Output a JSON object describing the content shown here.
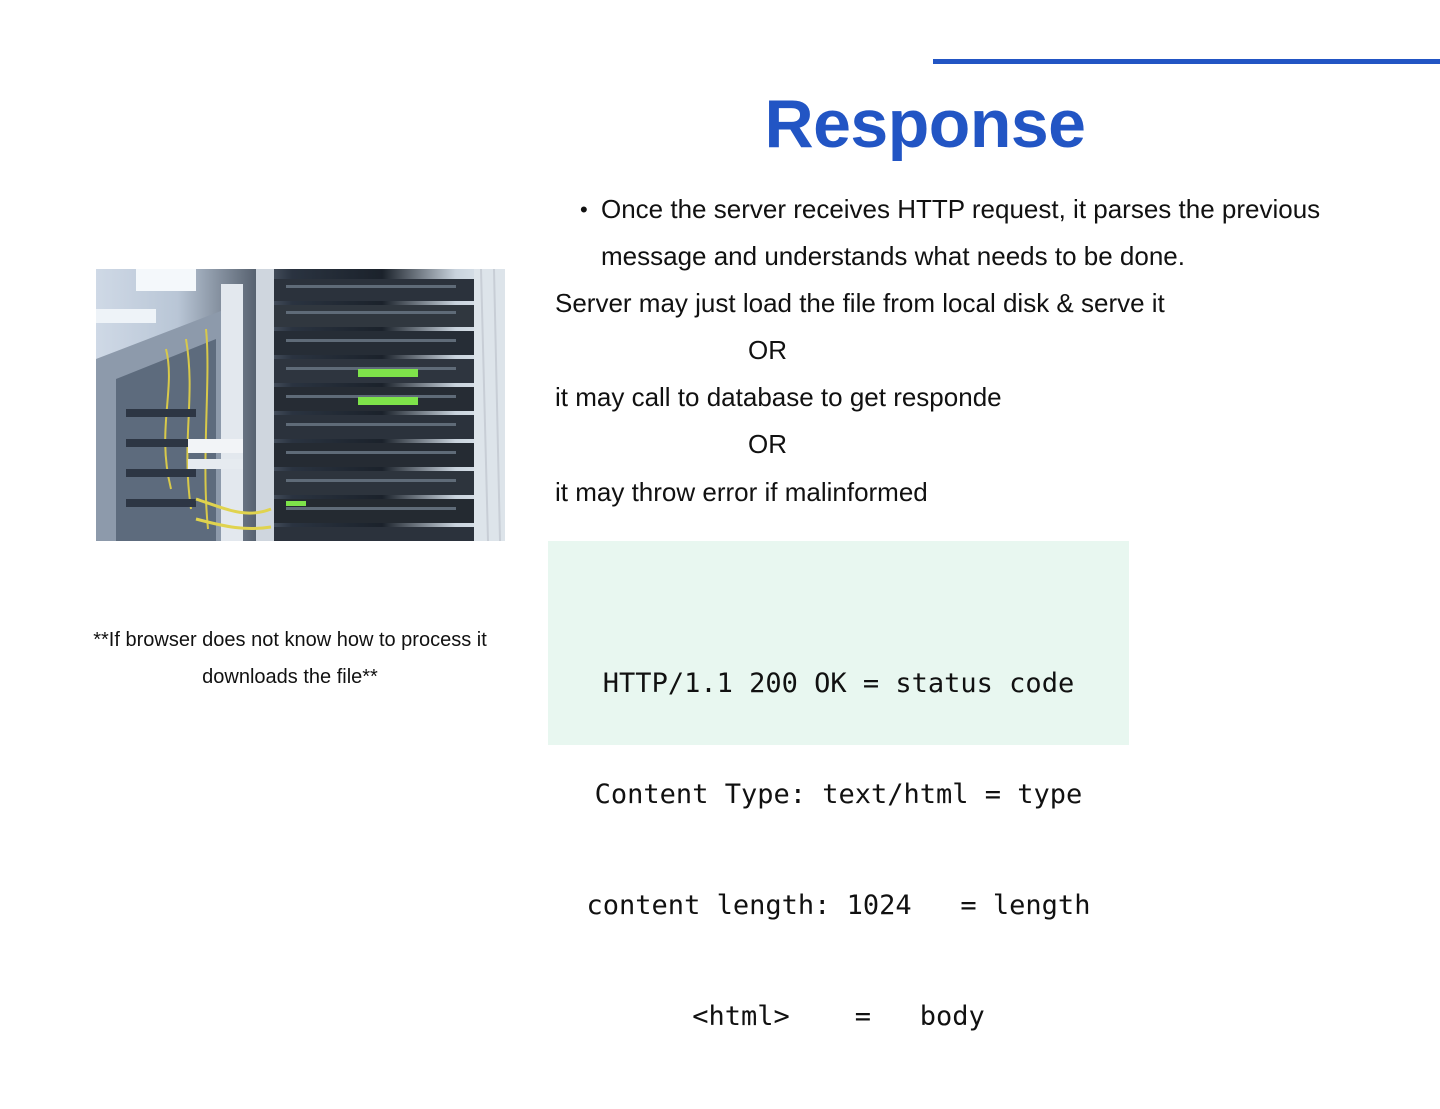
{
  "slide": {
    "title": "Response",
    "bullet": "Once the server receives HTTP request, it parses the previous message and understands what needs to be done.",
    "lines": [
      "Server may just load the file from local disk & serve it",
      "OR",
      "it may call to database to get responde",
      "OR",
      "it may throw error if malinformed"
    ],
    "note": "**If browser does not know how to process it downloads the file**",
    "code_lines": [
      "HTTP/1.1 200 OK = status code",
      "Content Type: text/html = type",
      "content length: 1024   = length",
      "<html>    =   body"
    ]
  },
  "colors": {
    "accent": "#2255c4",
    "code_bg": "#e8f7f0"
  },
  "image": {
    "icon": "server-rack-photo"
  }
}
